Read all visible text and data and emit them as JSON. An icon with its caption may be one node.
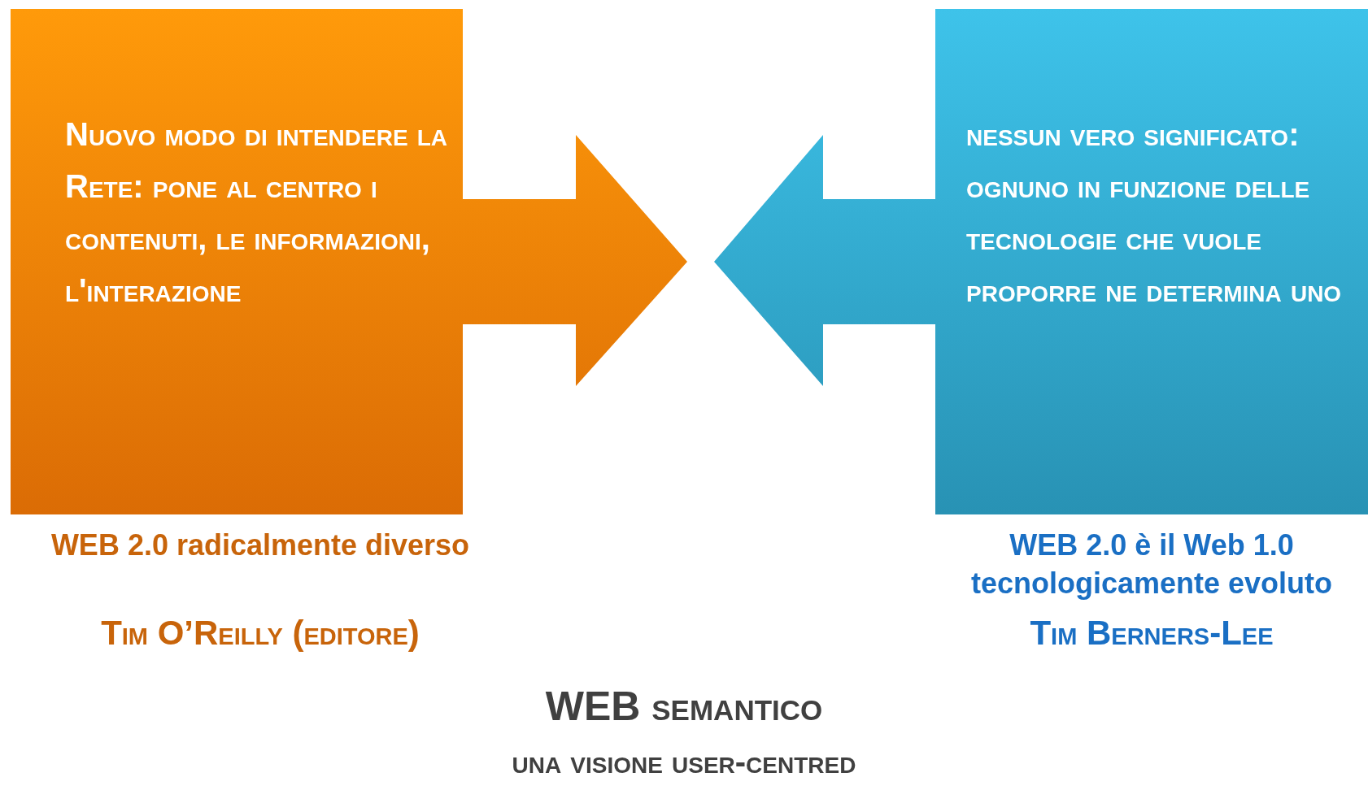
{
  "diagram": {
    "nodes": [
      {
        "text": [
          "Nuovo modo di intendere la Rete: pone al centro i contenuti, le informazioni, l'interazione"
        ],
        "beside": [
          "WEB 2.0 radicalmente diverso",
          "Tim O’Reilly (editore)"
        ]
      },
      {
        "text": [
          "nessun vero significato: ognuno in funzione delle tecnologie che vuole proporre ne determina uno"
        ],
        "beside": [
          "WEB 2.0 è il Web 1.0 tecnologicamente evoluto",
          "Tim Berners-Lee"
        ]
      }
    ],
    "labels": [
      "WEB semantico",
      "una visione user-centred"
    ]
  }
}
